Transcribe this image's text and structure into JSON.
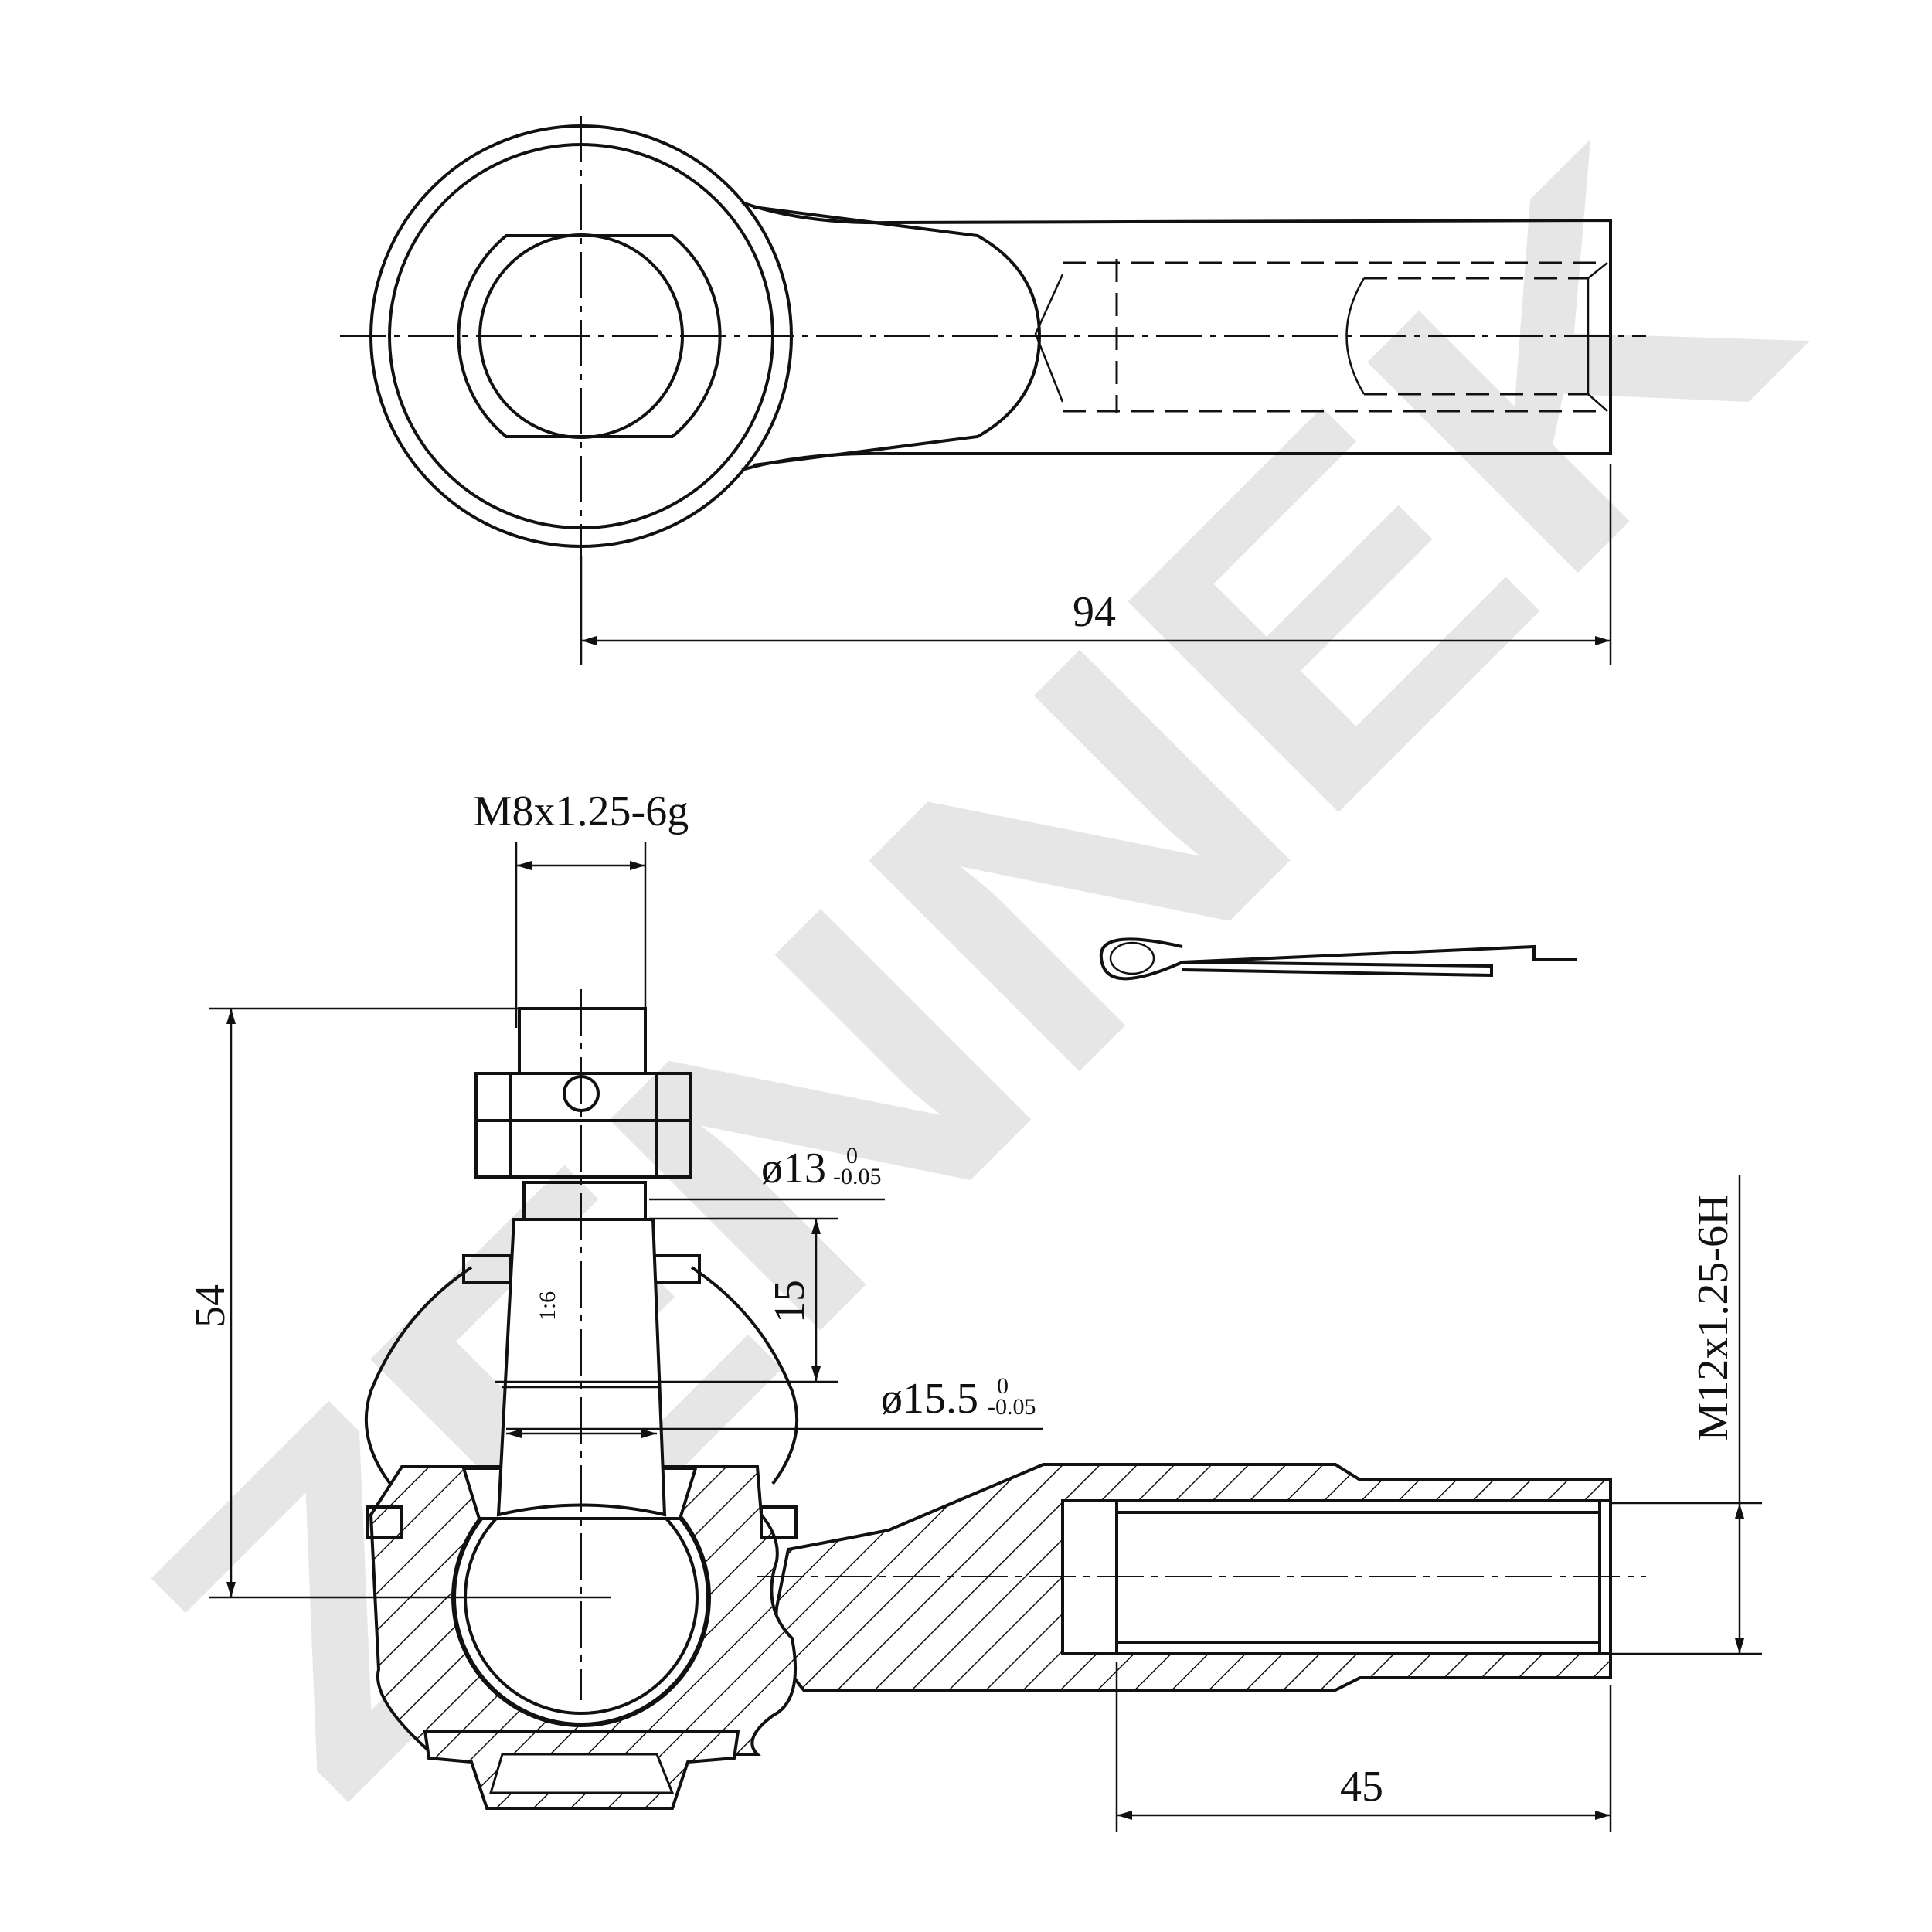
{
  "watermark": "ZENNEK",
  "dims": {
    "length_total": "94",
    "stud_thread": "M8x1.25-6g",
    "height": "54",
    "taper_dia": "ø13",
    "taper_dia_upper": "0",
    "taper_dia_lower": "-0.05",
    "taper_length": "15",
    "taper_ratio": "1:6",
    "neck_dia": "ø15.5",
    "neck_dia_upper": "0",
    "neck_dia_lower": "-0.05",
    "bore_thread": "M12x1.25-6H",
    "bore_depth": "45"
  }
}
